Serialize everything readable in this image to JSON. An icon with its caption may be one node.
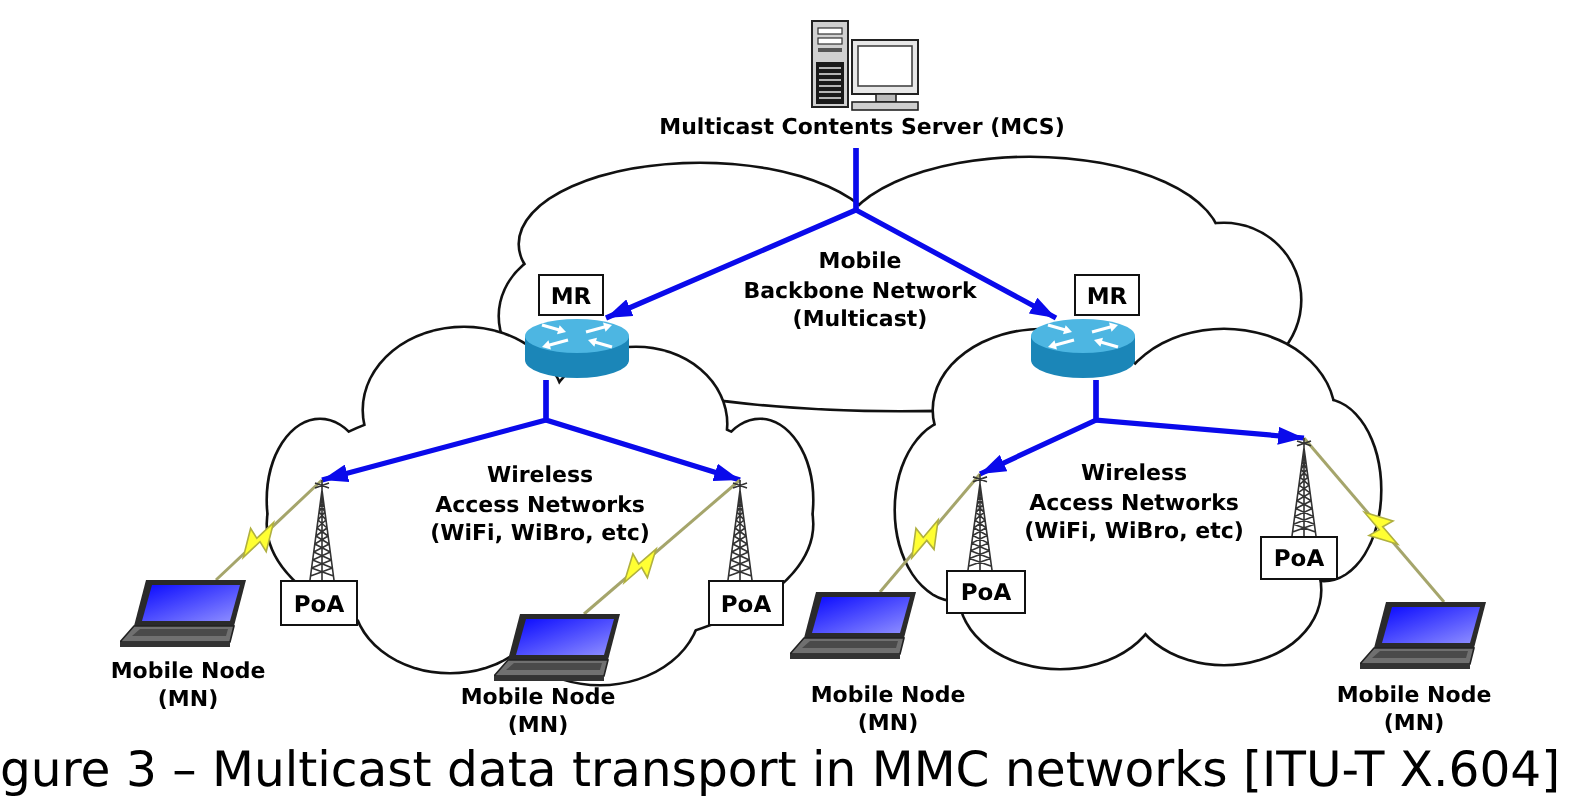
{
  "diagram": {
    "caption": "gure 3 – Multicast data transport in MMC networks [ITU-T X.604]",
    "nodes": [
      {
        "text": [
          "Multicast Contents Server (MCS)"
        ]
      },
      {
        "text": [
          "Mobile Backbone Network (Multicast)"
        ]
      },
      {
        "text": [
          "MR"
        ],
        "in": 1
      },
      {
        "text": [
          "MR"
        ],
        "in": 1
      },
      {
        "text": [
          "Wireless Access Networks (WiFi, WiBro, etc)"
        ]
      },
      {
        "text": [
          "Wireless Access Networks (WiFi, WiBro, etc)"
        ]
      },
      {
        "text": [
          "PoA"
        ],
        "in": 4
      },
      {
        "text": [
          "PoA"
        ],
        "in": 4
      },
      {
        "text": [
          "PoA"
        ],
        "in": 5
      },
      {
        "text": [
          "PoA"
        ],
        "in": 5
      },
      {
        "text": [
          "Mobile Node (MN)"
        ]
      },
      {
        "text": [
          "Mobile Node (MN)"
        ]
      },
      {
        "text": [
          "Mobile Node (MN)"
        ]
      },
      {
        "text": [
          "Mobile Node (MN)"
        ]
      }
    ],
    "edges": [
      {
        "from": 0,
        "to": 2,
        "arrow": "to"
      },
      {
        "from": 0,
        "to": 3,
        "arrow": "to"
      },
      {
        "from": 2,
        "to": 6,
        "arrow": "to"
      },
      {
        "from": 2,
        "to": 7,
        "arrow": "to"
      },
      {
        "from": 3,
        "to": 8,
        "arrow": "to"
      },
      {
        "from": 3,
        "to": 9,
        "arrow": "to"
      },
      {
        "from": 6,
        "to": 10,
        "arrow": "none",
        "color": "#a5a56b"
      },
      {
        "from": 7,
        "to": 11,
        "arrow": "none",
        "color": "#a5a56b"
      },
      {
        "from": 8,
        "to": 12,
        "arrow": "none",
        "color": "#a5a56b"
      },
      {
        "from": 9,
        "to": 13,
        "arrow": "none",
        "color": "#a5a56b"
      }
    ]
  }
}
